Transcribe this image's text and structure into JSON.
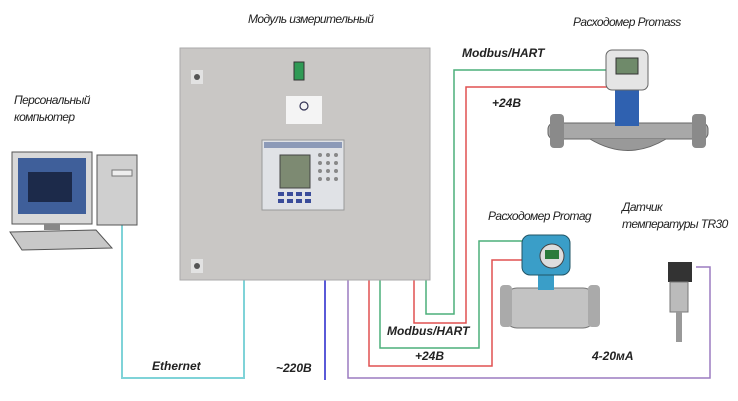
{
  "labels": {
    "module": "Модуль измерительный",
    "promass": "Расходомер Promass",
    "promag": "Расходомер Promag",
    "pc": [
      "Персональный",
      "компьютер"
    ],
    "sensor": [
      "Датчик",
      "температуры TR30"
    ],
    "modbus_top": "Modbus/HART",
    "v24_top": "+24В",
    "modbus_bottom": "Modbus/HART",
    "v24_bottom": "+24В",
    "current": "4-20мА",
    "ethernet": "Ethernet",
    "power": "~220В"
  },
  "colors": {
    "ethernet": "#7fd3d8",
    "power": "#5a5ad8",
    "analog": "#9b7bc0",
    "v24": "#e05050",
    "modbus": "#4caf7a"
  }
}
